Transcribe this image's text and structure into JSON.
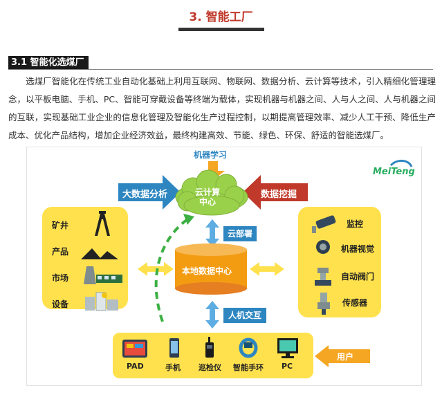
{
  "header": {
    "chapter_title": "3. 智能工厂",
    "section_title": "3.1 智能化选煤厂"
  },
  "body": {
    "paragraph": "选煤厂智能化在传统工业自动化基础上利用互联网、物联网、数据分析、云计算等技术，引入精细化管理理念，以平板电脑、手机、PC、智能可穿戴设备等终端为载体，实现机器与机器之间、人与人之间、人与机器之间的互联，实现基础工业企业的信息化管理及智能化生产过程控制，以期提高管理效率、减少人工干预、降低生产成本、优化产品结构，增加企业经济效益，最终构建高效、节能、绿色、环保、舒适的智能选煤厂。"
  },
  "diagram": {
    "logo_text": "MeiTeng",
    "machine_learning": "机器学习",
    "big_data": "大数据分析",
    "data_mining": "数据挖掘",
    "cloud": "云计算\n中心",
    "cloud_line1": "云计算",
    "cloud_line2": "中心",
    "cloud_deploy": "云部署",
    "local_center": "本地数据中心",
    "hmi": "人机交互",
    "user": "用户",
    "left_items": [
      "矿井",
      "产品",
      "市场",
      "设备"
    ],
    "right_items": [
      "监控",
      "机器视觉",
      "自动阀门",
      "传感器"
    ],
    "terminals": [
      "PAD",
      "手机",
      "巡检仪",
      "智能手环",
      "PC"
    ],
    "colors": {
      "yellow": "#ffe14d",
      "blue": "#2e86c1",
      "cloud_green": "#9ad14b",
      "local_orange": "#f39c12",
      "red_arrow": "#c0392b",
      "orange_arrow": "#f5a623",
      "light_blue_arrow": "#5dade2",
      "green_dash": "#3cb043"
    }
  }
}
